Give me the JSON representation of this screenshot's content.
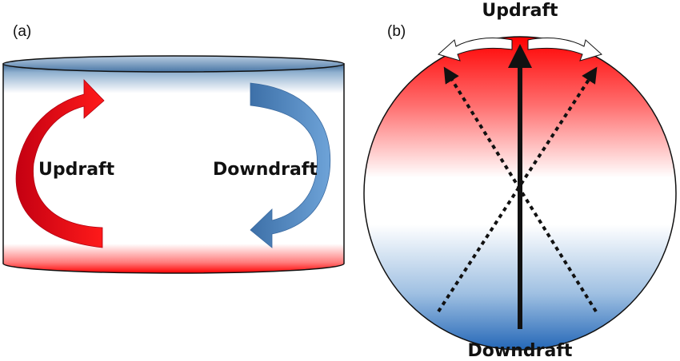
{
  "panel_a": {
    "label": "(a)",
    "updraft_label": "Updraft",
    "downdraft_label": "Downdraft"
  },
  "panel_b": {
    "label": "(b)",
    "top_label": "Updraft",
    "bottom_label": "Downdraft"
  },
  "colors": {
    "warm": "#ff0000",
    "cool": "#1f5fb0",
    "arrow_red": "#e3141b",
    "arrow_blue": "#4f86c0",
    "outline": "#111111"
  }
}
